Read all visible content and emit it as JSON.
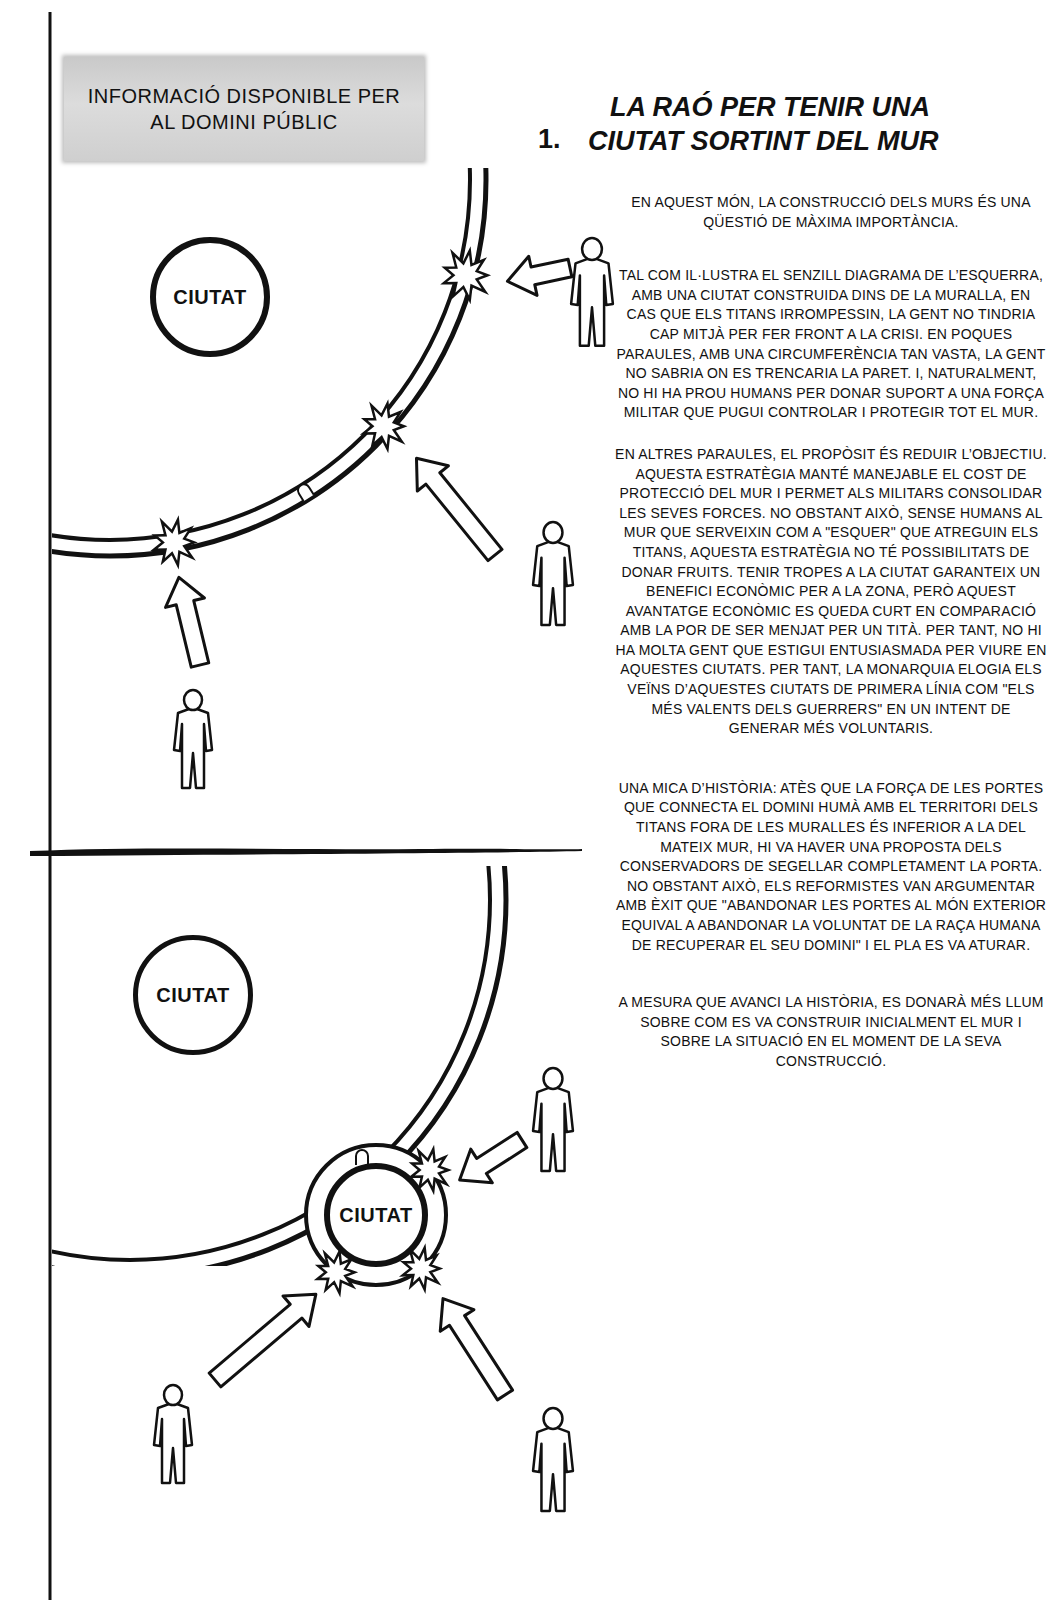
{
  "diagram": {
    "title": "LA RAÓ PER TENIR UNA CIUTAT SORTINT DEL MUR",
    "nodes": [
      {
        "text": [
          "INFORMACIÓ DISPONIBLE PER AL DOMINI PÚBLIC"
        ]
      },
      {
        "text": [
          "CIUTAT"
        ]
      },
      {
        "text": [
          "CIUTAT"
        ]
      },
      {
        "text": [
          "CIUTAT"
        ]
      }
    ],
    "labels": [
      "1.",
      "EN AQUEST MÓN, LA CONSTRUCCIÓ DELS MURS ÉS UNA QÜESTIÓ DE MÀXIMA IMPORTÀNCIA.",
      "TAL COM IL·LUSTRA EL SENZILL DIAGRAMA DE L’ESQUERRA, AMB UNA CIUTAT CONSTRUIDA DINS DE LA MURALLA, EN CAS QUE ELS TITANS IRROMPESSIN, LA GENT NO TINDRIA CAP MITJÀ PER FER FRONT A LA CRISI. EN POQUES PARAULES, AMB UNA CIRCUMFERÈNCIA TAN VASTA, LA GENT NO SABRIA ON ES TRENCARIA LA PARET. I, NATURALMENT, NO HI HA PROU HUMANS PER DONAR SUPORT A UNA FORÇA MILITAR QUE PUGUI CONTROLAR I PROTEGIR TOT EL MUR.",
      "EN ALTRES PARAULES, EL PROPÒSIT ÉS REDUIR L’OBJECTIU. AQUESTA ESTRATÈGIA MANTÉ MANEJABLE EL COST DE PROTECCIÓ DEL MUR I PERMET ALS MILITARS CONSOLIDAR LES SEVES FORCES. NO OBSTANT AIXÒ, SENSE HUMANS AL MUR QUE SERVEIXIN COM A \"ESQUER\" QUE ATREGUIN ELS TITANS, AQUESTA ESTRATÈGIA NO TÉ POSSIBILITATS DE DONAR FRUITS. TENIR TROPES A LA CIUTAT GARANTEIX UN BENEFICI ECONÒMIC PER A LA ZONA, PERÒ AQUEST AVANTATGE ECONÒMIC ES QUEDA CURT EN COMPARACIÓ AMB LA POR DE SER MENJAT PER UN TITÀ. PER TANT, NO HI HA MOLTA GENT QUE ESTIGUI ENTUSIASMADA PER VIURE EN AQUESTES CIUTATS. PER TANT, LA MONARQUIA ELOGIA ELS VEÏNS D’AQUESTES CIUTATS DE PRIMERA LÍNIA COM \"ELS MÉS VALENTS DELS GUERRERS\" EN UN INTENT DE GENERAR MÉS VOLUNTARIS.",
      "UNA MICA D’HISTÒRIA: ATÈS QUE LA FORÇA DE LES PORTES QUE CONNECTA EL DOMINI HUMÀ AMB EL TERRITORI DELS TITANS FORA DE LES MURALLES ÉS INFERIOR A LA DEL MATEIX MUR, HI VA HAVER UNA PROPOSTA DELS CONSERVADORS DE SEGELLAR COMPLETAMENT LA PORTA. NO OBSTANT AIXÒ, ELS REFORMISTES VAN ARGUMENTAR AMB ÈXIT QUE \"ABANDONAR LES PORTES AL MÓN EXTERIOR EQUIVAL A ABANDONAR LA VOLUNTAT DE LA RAÇA HUMANA DE RECUPERAR EL SEU DOMINI\" I EL PLA ES VA ATURAR.",
      "A MESURA QUE AVANCI LA HISTÒRIA, ES DONARÀ MÉS LLUM SOBRE COM ES VA CONSTRUIR INICIALMENT EL MUR I SOBRE LA SITUACIÓ EN EL MOMENT DE LA SEVA CONSTRUCCIÓ."
    ]
  }
}
